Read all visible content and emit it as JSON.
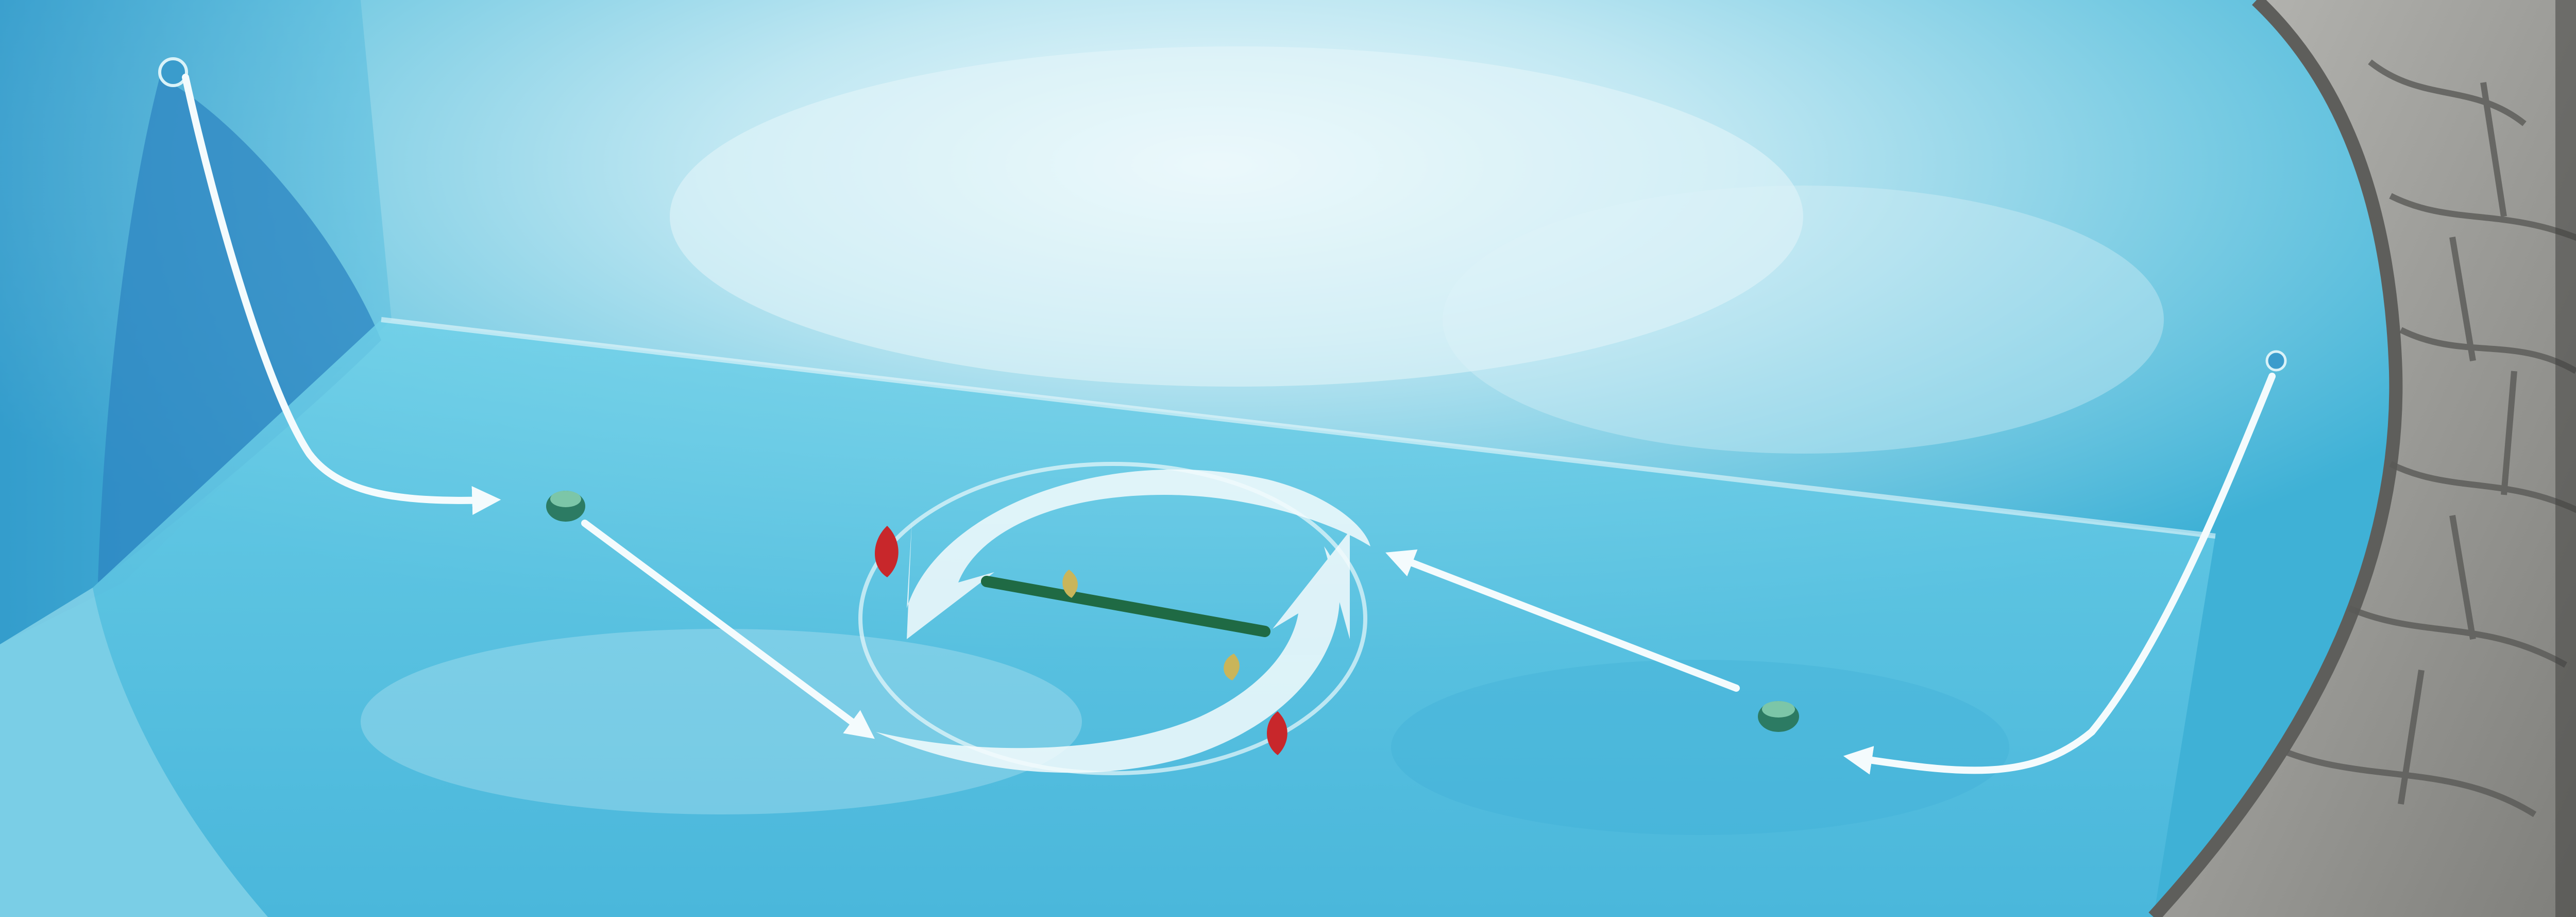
{
  "scene": {
    "subject": "pool-circulation-illustration",
    "colors": {
      "water_light": "#cfeef6",
      "water_mid": "#6cc8e0",
      "water_deep": "#2f9fcf",
      "coping_stone": "#9a9a96",
      "arrow": "#f4fbfd",
      "fitting": "#3c7f6a",
      "drain_line": "#1f6a44",
      "leaf_red": "#c8272b",
      "leaf_yellow": "#c9b55a"
    },
    "elements": [
      {
        "name": "pool-water"
      },
      {
        "name": "pool-floor-step"
      },
      {
        "name": "stone-coping"
      },
      {
        "name": "left-inlet-jet"
      },
      {
        "name": "right-inlet-jet"
      },
      {
        "name": "floor-return-left"
      },
      {
        "name": "floor-return-right"
      },
      {
        "name": "center-drain-bar"
      },
      {
        "name": "circulation-swirl"
      },
      {
        "name": "floating-leaves"
      }
    ]
  }
}
